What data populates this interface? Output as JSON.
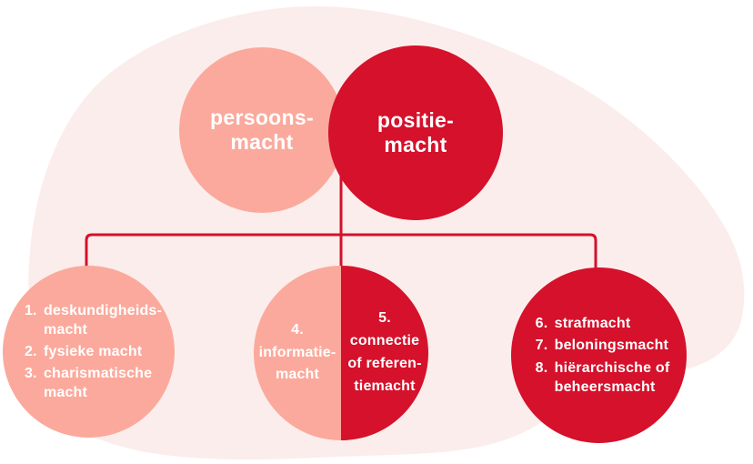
{
  "colors": {
    "red": "#D5112B",
    "pink": "#FBA99C",
    "blob_bg": "#FBEDEC",
    "text_color": "#FFFFFF",
    "page_bg": "#FFFFFF"
  },
  "top": {
    "persoonsmacht": {
      "label": "persoons-\nmacht"
    },
    "positiemacht": {
      "label": "positie-\nmacht"
    }
  },
  "bottom": {
    "personal_list": {
      "items": [
        {
          "num": "1.",
          "label": "deskundigheids-\nmacht"
        },
        {
          "num": "2.",
          "label": "fysieke macht"
        },
        {
          "num": "3.",
          "label": "charismatische\nmacht"
        }
      ]
    },
    "split_circle": {
      "left_label": "4.\ninformatie-\nmacht",
      "right_label": "5.\nconnectie\nof referen-\ntiemacht"
    },
    "position_list": {
      "items": [
        {
          "num": "6.",
          "label": "strafmacht"
        },
        {
          "num": "7.",
          "label": "beloningsmacht"
        },
        {
          "num": "8.",
          "label": "hiërarchische of\nbeheersmacht"
        }
      ]
    }
  }
}
